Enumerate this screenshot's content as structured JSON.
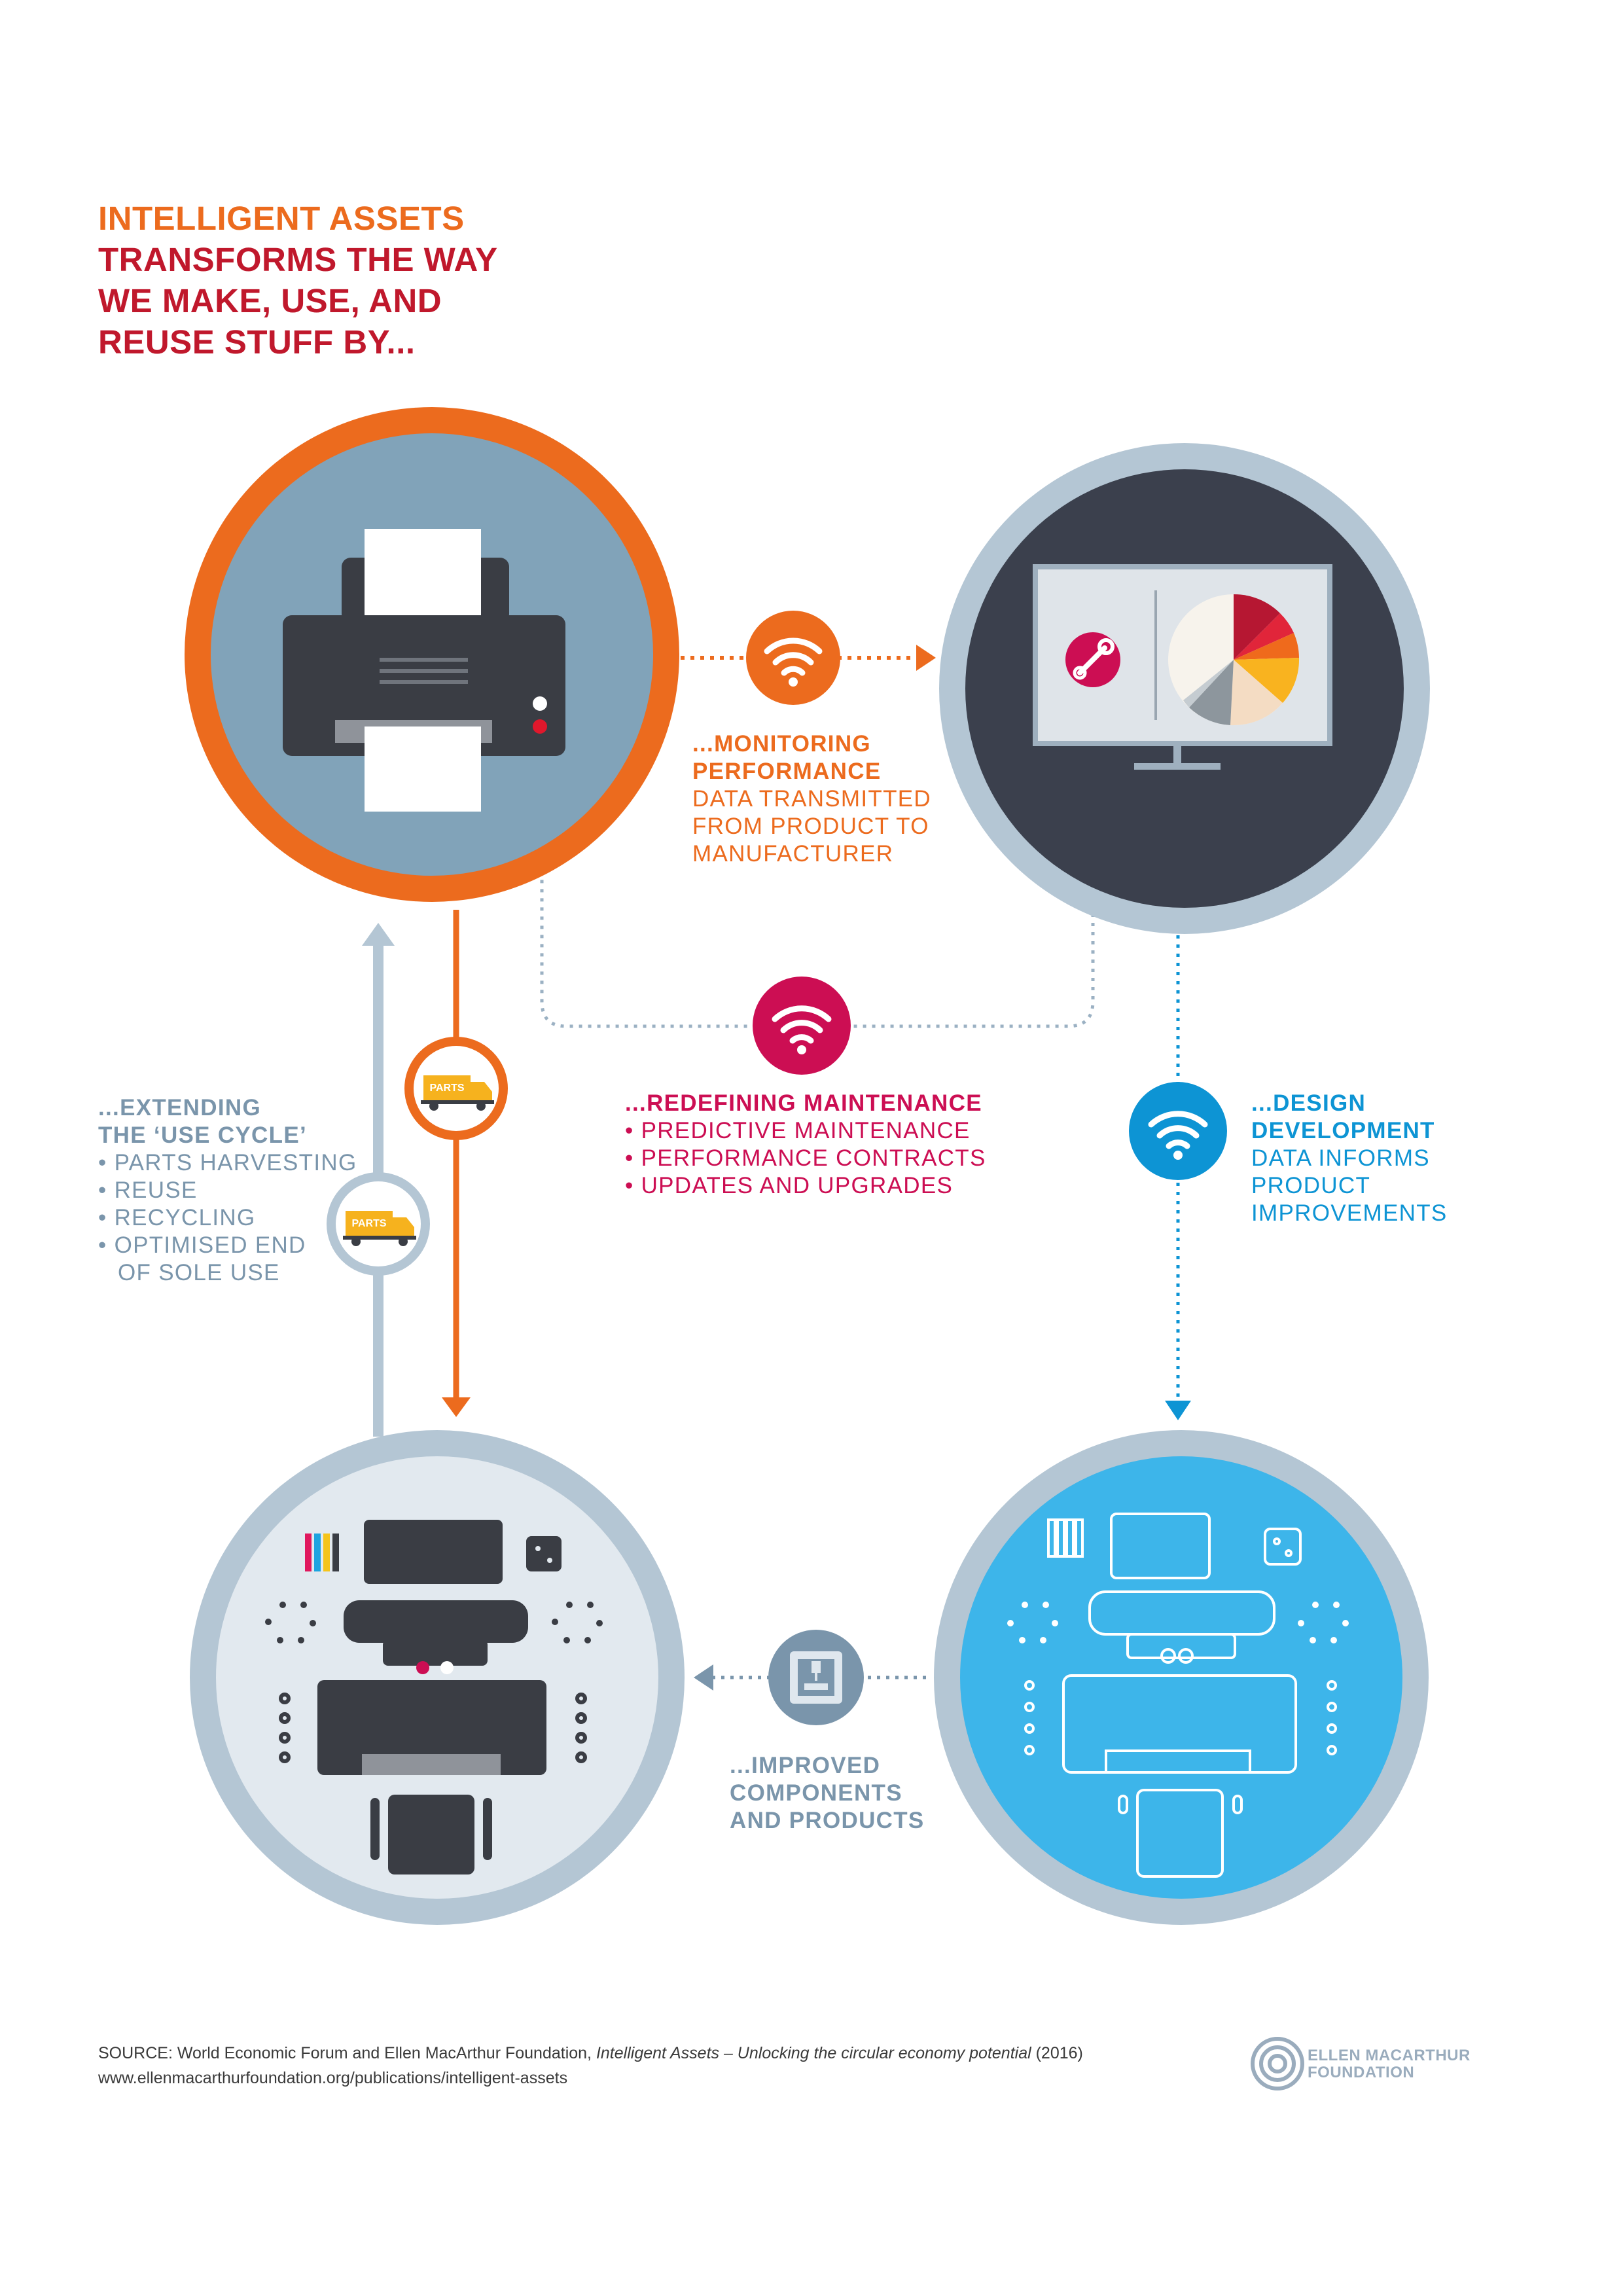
{
  "title": {
    "line1": "INTELLIGENT ASSETS",
    "line2": "TRANSFORMS THE WAY",
    "line3": "WE MAKE, USE, AND",
    "line4": "REUSE STUFF BY..."
  },
  "monitoring": {
    "heading1": "...MONITORING",
    "heading2": "PERFORMANCE",
    "lines": [
      "DATA TRANSMITTED",
      "FROM PRODUCT TO",
      "MANUFACTURER"
    ]
  },
  "maintenance": {
    "heading": "...REDEFINING MAINTENANCE",
    "items": [
      "• PREDICTIVE MAINTENANCE",
      "• PERFORMANCE CONTRACTS",
      "• UPDATES AND UPGRADES"
    ]
  },
  "design": {
    "heading1": "...DESIGN",
    "heading2": "DEVELOPMENT",
    "lines": [
      "DATA INFORMS",
      "PRODUCT",
      "IMPROVEMENTS"
    ]
  },
  "extending": {
    "heading1": "...EXTENDING",
    "heading2": "THE ‘USE CYCLE’",
    "items": [
      "• PARTS HARVESTING",
      "• REUSE",
      "• RECYCLING",
      "• OPTIMISED END",
      "OF SOLE USE"
    ]
  },
  "improved": {
    "lines": [
      "...IMPROVED",
      "COMPONENTS",
      "AND PRODUCTS"
    ]
  },
  "truck_label": "PARTS",
  "source": {
    "prefix": "SOURCE: World Economic Forum and Ellen MacArthur Foundation, ",
    "italic": "Intelligent Assets – Unlocking the circular economy potential",
    "suffix": " (2016)",
    "url": "www.ellenmacarthurfoundation.org/publications/intelligent-assets"
  },
  "logo": {
    "line1": "ELLEN MACARTHUR",
    "line2": "FOUNDATION"
  },
  "colors": {
    "orange": "#ec6b1e",
    "red": "#c0182c",
    "magenta": "#cc0e53",
    "blue": "#0d94d4",
    "light_blue": "#3db5ea",
    "slate": "#7a95ab",
    "ring_grey": "#b4c6d4",
    "dark": "#3a3f4e"
  }
}
